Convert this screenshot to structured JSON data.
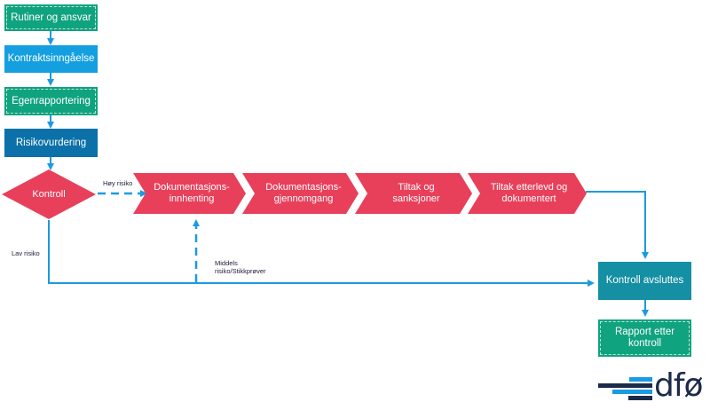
{
  "colors": {
    "green": "#10a37f",
    "blue_light": "#149fe0",
    "blue_dark": "#0b71a8",
    "red": "#e8405a",
    "teal": "#148fa3",
    "connector": "#1a9be0",
    "logo_text": "#1c2b4a"
  },
  "steps": {
    "rutiner": "Rutiner og ansvar",
    "kontrakt": "Kontraktsinngåelse",
    "egenrapportering": "Egenrapportering",
    "risikovurdering": "Risikovurdering",
    "kontroll": "Kontroll"
  },
  "process": {
    "innhenting": "Dokumentasjons-\ninnhenting",
    "gjennomgang": "Dokumentasjons-\ngjennomgang",
    "tiltak": "Tiltak og\nsanksjoner",
    "etterlevd": "Tiltak etterlevd og\ndokumentert"
  },
  "end": {
    "avsluttes": "Kontroll avsluttes",
    "rapport": "Rapport etter\nkontroll"
  },
  "labels": {
    "hoy_risiko": "Høy risiko",
    "lav_risiko": "Lav risiko",
    "middels": "Middels\nrisiko/Stikkprøver"
  },
  "logo": {
    "text": "dfø"
  }
}
